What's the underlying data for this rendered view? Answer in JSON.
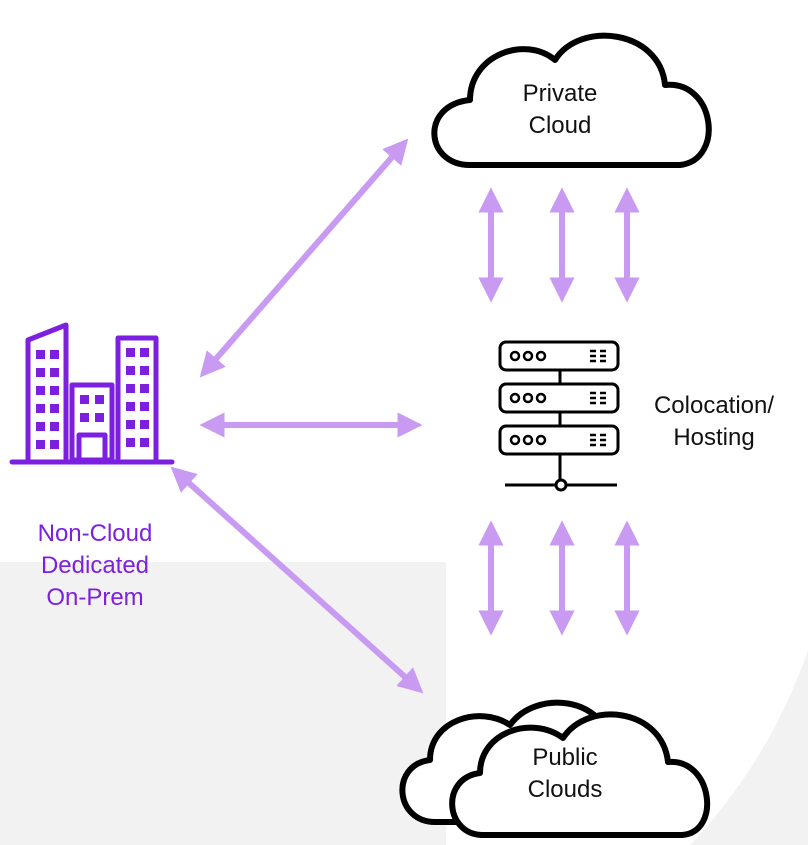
{
  "nodes": {
    "private_cloud": {
      "line1": "Private",
      "line2": "Cloud"
    },
    "colocation": {
      "line1": "Colocation/",
      "line2": "Hosting"
    },
    "public_clouds": {
      "line1": "Public",
      "line2": "Clouds"
    },
    "on_prem": {
      "line1": "Non-Cloud",
      "line2": "Dedicated",
      "line3": "On-Prem"
    }
  },
  "colors": {
    "arrow": "#c89af2",
    "accent": "#7c1fe0",
    "background_panel": "#f2f2f2",
    "outline": "#000000"
  },
  "icons": {
    "building": "building-icon",
    "server": "server-rack-icon",
    "private_cloud": "cloud-icon",
    "public_clouds": "multi-cloud-icon"
  }
}
